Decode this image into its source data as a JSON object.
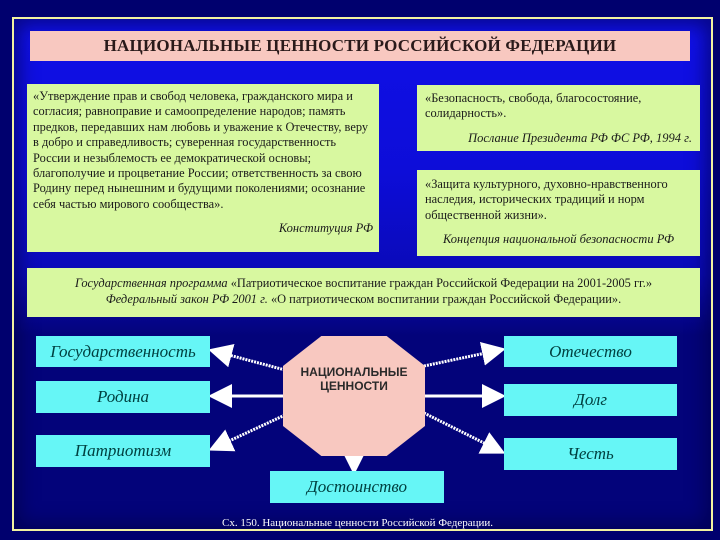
{
  "title": "НАЦИОНАЛЬНЫЕ ЦЕННОСТИ РОССИЙСКОЙ ФЕДЕРАЦИИ",
  "sources": {
    "constitution": {
      "quote": "«Утверждение прав и свобод человека, гражданского мира и согласия; равноправие и самоопределение народов; память предков, передавших нам любовь и уважение к Отечеству, веру в добро и справедливость; суверенная государственность России и незыблемость ее демократической основы; благополучие и процветание России; ответственность за свою Родину перед нынешним и будущими поколениями; осознание себя частью мирового сообщества».",
      "source": "Конституция РФ"
    },
    "president_address": {
      "quote": "«Безопасность, свобода, благосостояние, солидарность».",
      "source": "Послание Президента РФ ФС РФ, 1994 г."
    },
    "security_concept": {
      "quote": "«Защита культурного, духовно-нравственного наследия, исторических традиций и норм общественной жизни».",
      "source": "Концепция национальной безопасности РФ"
    }
  },
  "banner": {
    "line1_prefix": "Государственная программа",
    "line1_text": " «Патриотическое воспитание граждан Российской Федерации на 2001-2005 гг.»",
    "line2_prefix": "Федеральный закон РФ 2001 г.",
    "line2_text": " «О патриотическом воспитании граждан Российской Федерации»."
  },
  "center": {
    "line1": "НАЦИОНАЛЬНЫЕ",
    "line2": "ЦЕННОСТИ"
  },
  "values": {
    "left": [
      "Государственность",
      "Родина",
      "Патриотизм"
    ],
    "right": [
      "Отечество",
      "Долг",
      "Честь"
    ],
    "bottom": "Достоинство"
  },
  "caption": "Сх. 150. Национальные ценности Российской Федерации.",
  "colors": {
    "background": "#00006e",
    "frame_border": "#f2f2a0",
    "title_fill": "#f8c8c0",
    "quote_fill": "#d8f8a0",
    "value_fill": "#66f6f6",
    "center_fill": "#f8c8c0"
  }
}
